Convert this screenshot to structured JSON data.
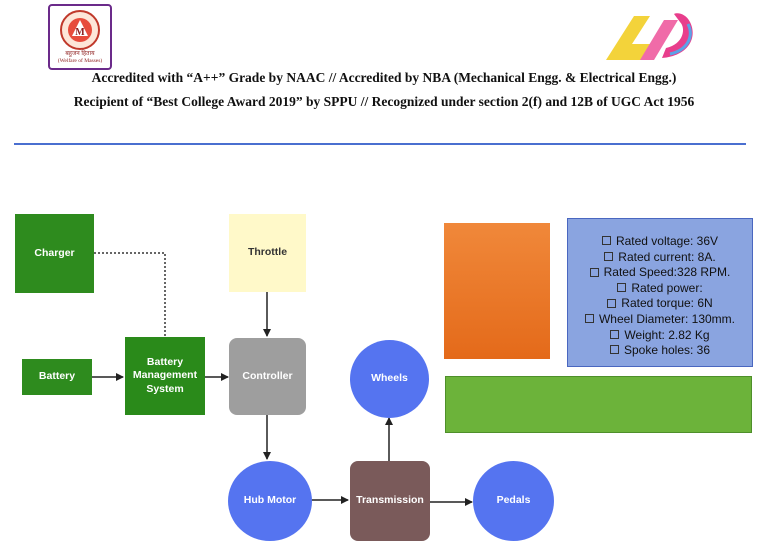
{
  "header": {
    "logo_left_caption": "(Welfare of Masses)",
    "logo_left_motto": "बहुजन हिताय",
    "line1": "Accredited with “A++” Grade by NAAC // Accredited by NBA (Mechanical Engg. & Electrical Engg.)",
    "line2": "Recipient of “Best College Award 2019” by SPPU // Recognized under section 2(f) and 12B of UGC Act 1956"
  },
  "diagram": {
    "nodes": {
      "charger": "Charger",
      "battery": "Battery",
      "bms": "Battery Management System",
      "throttle": "Throttle",
      "controller": "Controller",
      "wheels": "Wheels",
      "hub_motor": "Hub Motor",
      "transmission": "Transmission",
      "pedals": "Pedals"
    }
  },
  "specs": [
    "Rated voltage: 36V",
    "Rated current: 8A.",
    "Rated Speed:328 RPM.",
    "Rated power:",
    "Rated torque: 6N",
    "Wheel Diameter: 130mm.",
    "Weight: 2.82 Kg",
    "Spoke holes: 36"
  ],
  "colors": {
    "accent_rule": "#4a6fd0",
    "green": "#2e8b1e",
    "controller_gray": "#9e9e9e",
    "throttle_cream": "#fff9c9",
    "circle_blue": "#5574f0",
    "transmission_brown": "#7a5a5a",
    "orange_block": "#ec7a2a",
    "green_bar": "#6cb33a",
    "spec_panel": "#8aa4e0"
  }
}
